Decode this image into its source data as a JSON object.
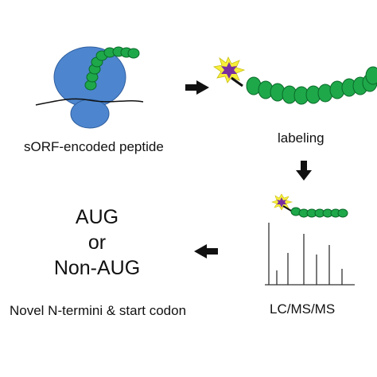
{
  "labels": {
    "sorf_peptide": "sORF-encoded peptide",
    "labeling": "labeling",
    "lcmsms": "LC/MS/MS",
    "aug": "AUG",
    "or": "or",
    "non_aug": "Non-AUG",
    "novel": "Novel N-termini & start codon"
  },
  "colors": {
    "ribosome": "#4d86cf",
    "ribosome_stroke": "#2f5e9e",
    "bead": "#1ea84a",
    "bead_stroke": "#0a6a28",
    "label_star": "#7a2fa0",
    "label_burst": "#f7ee3a",
    "ink": "#111111",
    "spectrum": "#333333"
  },
  "icons": [
    "ribosome-icon",
    "peptide-chain-icon",
    "fluorescent-tag-icon",
    "arrow-right-icon",
    "arrow-down-icon",
    "arrow-left-icon",
    "mass-spectrum-icon"
  ]
}
